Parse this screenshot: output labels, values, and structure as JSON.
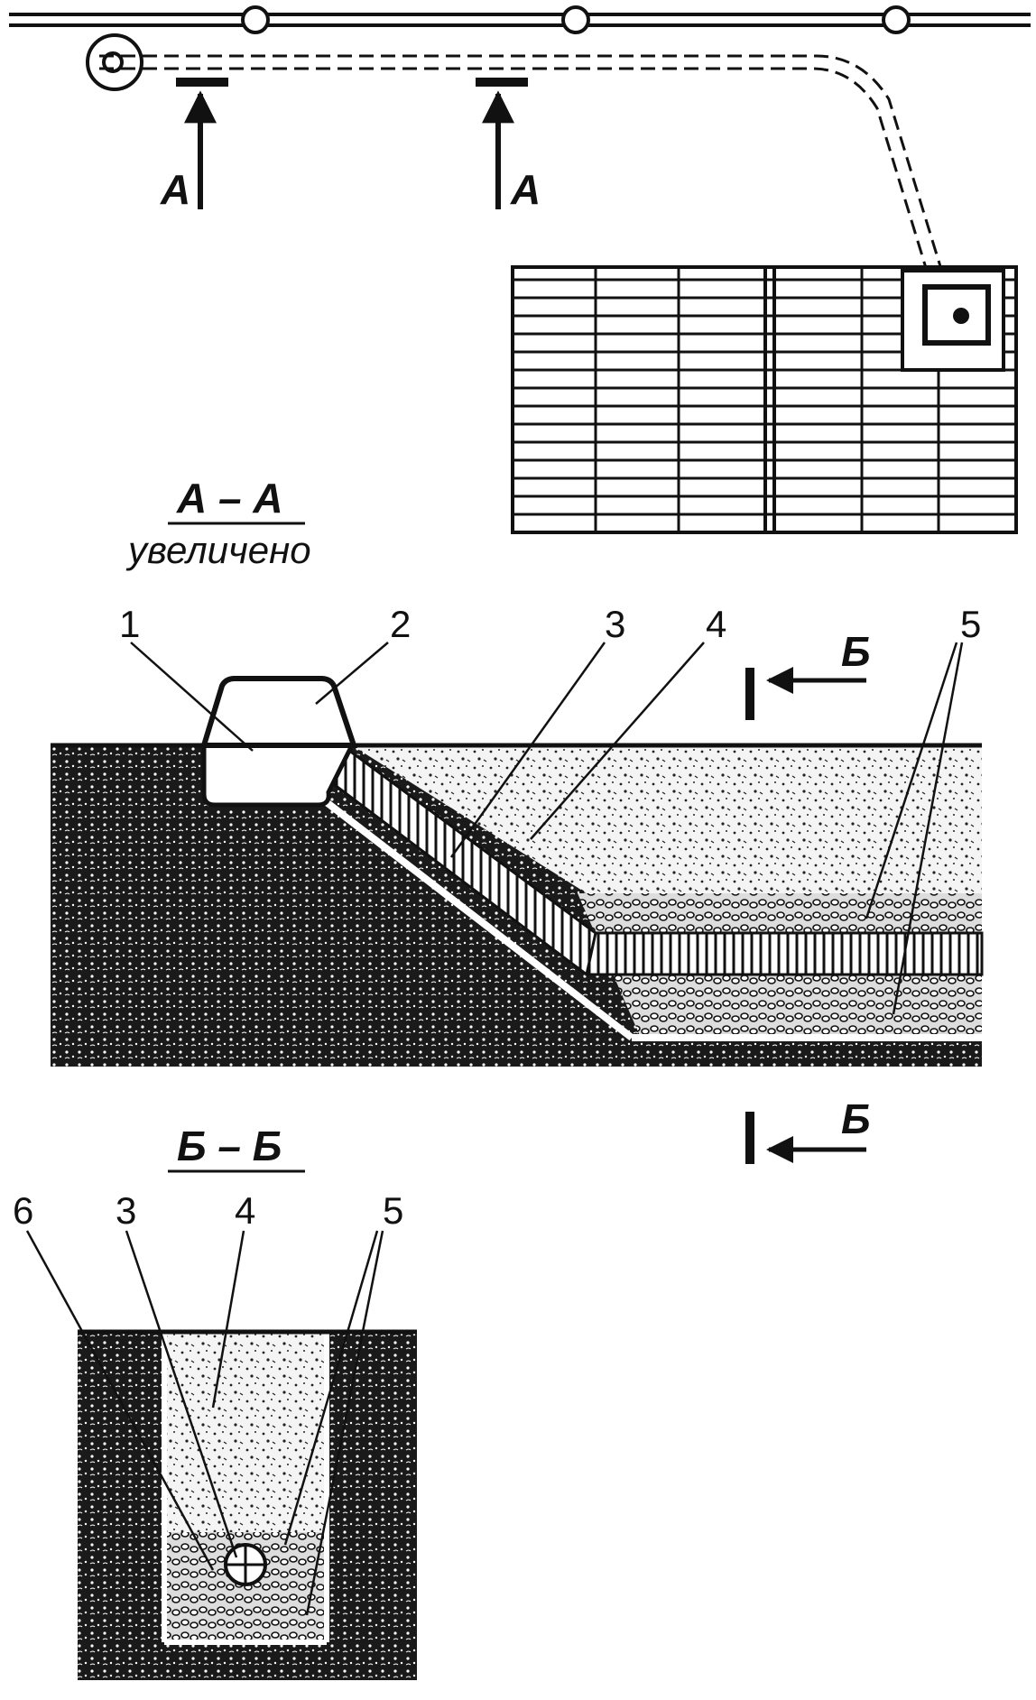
{
  "plan": {
    "section_mark_left": "А",
    "section_mark_right": "А"
  },
  "section_aa": {
    "title": "А – А",
    "subtitle": "увеличено",
    "callouts": [
      "1",
      "2",
      "3",
      "4",
      "5"
    ],
    "cut_mark_top": "Б",
    "cut_mark_bottom": "Б"
  },
  "section_bb": {
    "title": "Б – Б",
    "callouts": [
      "6",
      "3",
      "4",
      "5"
    ]
  },
  "colors": {
    "ink": "#111111",
    "paper": "#ffffff",
    "soil": "#1a1a1a",
    "fill": "#f2f2f2"
  }
}
